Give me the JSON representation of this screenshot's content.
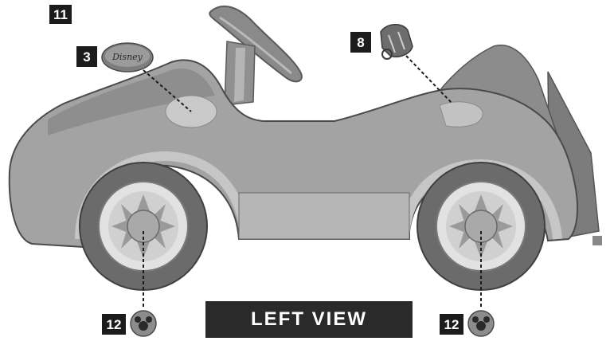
{
  "view_title": "LEFT VIEW",
  "callouts": {
    "page_number": "11",
    "decal_callout": "3",
    "key_callout": "8",
    "hubcap_front": "12",
    "hubcap_rear": "12"
  },
  "decal_logo_text": "Disney",
  "colors": {
    "body": "#a3a3a3",
    "body_light": "#c4c4c4",
    "tire": "#6b6b6b",
    "callout_bg": "#1c1c1c"
  }
}
